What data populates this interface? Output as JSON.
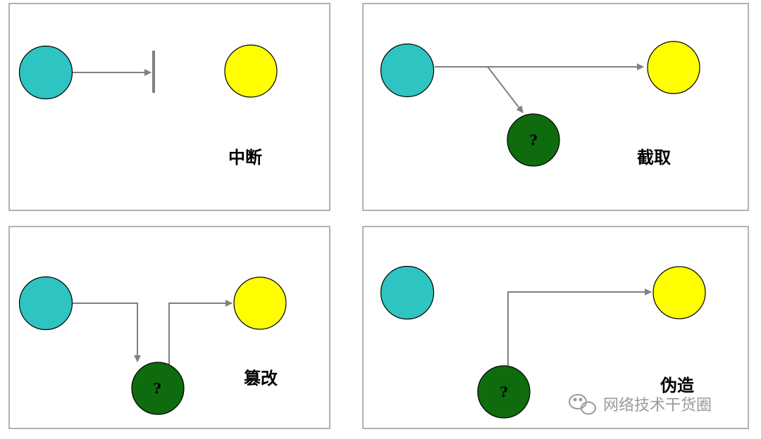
{
  "panels": [
    {
      "id": "interrupt",
      "caption": "中断"
    },
    {
      "id": "intercept",
      "caption": "截取",
      "unknown_node_label": "?"
    },
    {
      "id": "modify",
      "caption": "篡改",
      "unknown_node_label": "?"
    },
    {
      "id": "fabricate",
      "caption": "伪造",
      "unknown_node_label": "?"
    }
  ],
  "colors": {
    "source": "#2ec4c1",
    "destination": "#ffff00",
    "attacker": "#0e6b0e",
    "arrow": "#808080",
    "frame": "#999999"
  },
  "watermark": {
    "icon": "wechat-icon",
    "text": "网络技术干货圈"
  }
}
